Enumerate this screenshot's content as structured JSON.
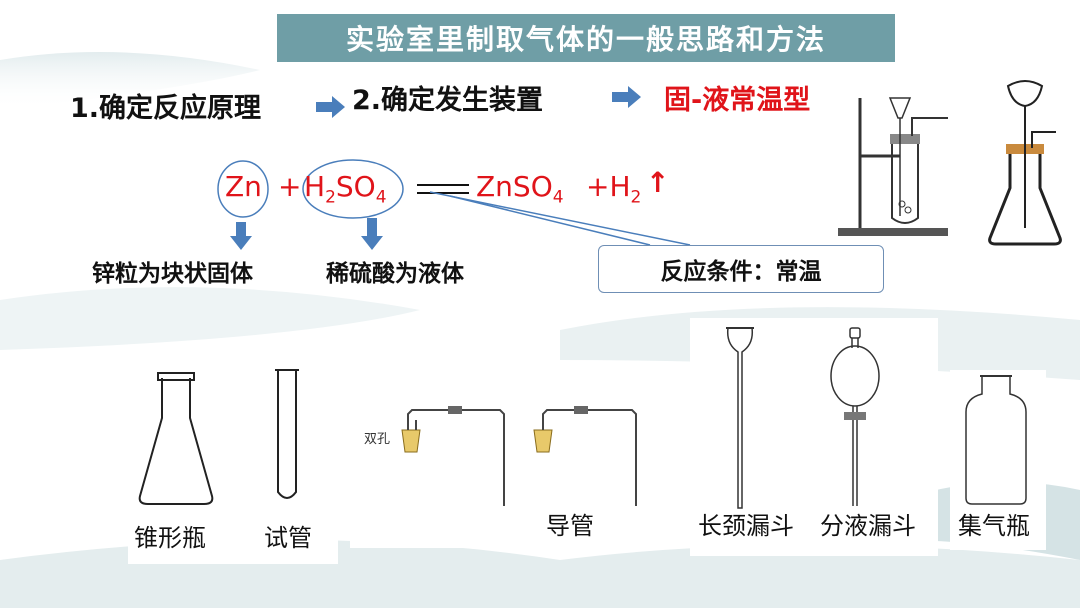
{
  "title": "实验室里制取气体的一般思路和方法",
  "steps": {
    "step1": "1.确定反应原理",
    "step2": "2.确定发生装置",
    "type": "固-液常温型"
  },
  "equation": {
    "zn": "Zn",
    "plus1": "+",
    "h2so4_h": "H",
    "h2so4_sub2": "2",
    "h2so4_so": "SO",
    "h2so4_sub4": "4",
    "znso4": "ZnSO",
    "znso4_sub": "4",
    "plus2": "+H",
    "h2_sub": "2",
    "gas_arrow": "↑"
  },
  "notes": {
    "zinc": "锌粒为块状固体",
    "acid": "稀硫酸为液体"
  },
  "condition": "反应条件：常温",
  "apparatus": {
    "flask": "锥形瓶",
    "test_tube": "试管",
    "double_hole": "双孔",
    "tube": "导管",
    "long_funnel": "长颈漏斗",
    "sep_funnel": "分液漏斗",
    "gas_bottle": "集气瓶"
  },
  "colors": {
    "title_bg": "#6f9ea6",
    "accent_red": "#e0141a",
    "arrow_blue": "#4a7ebb"
  }
}
